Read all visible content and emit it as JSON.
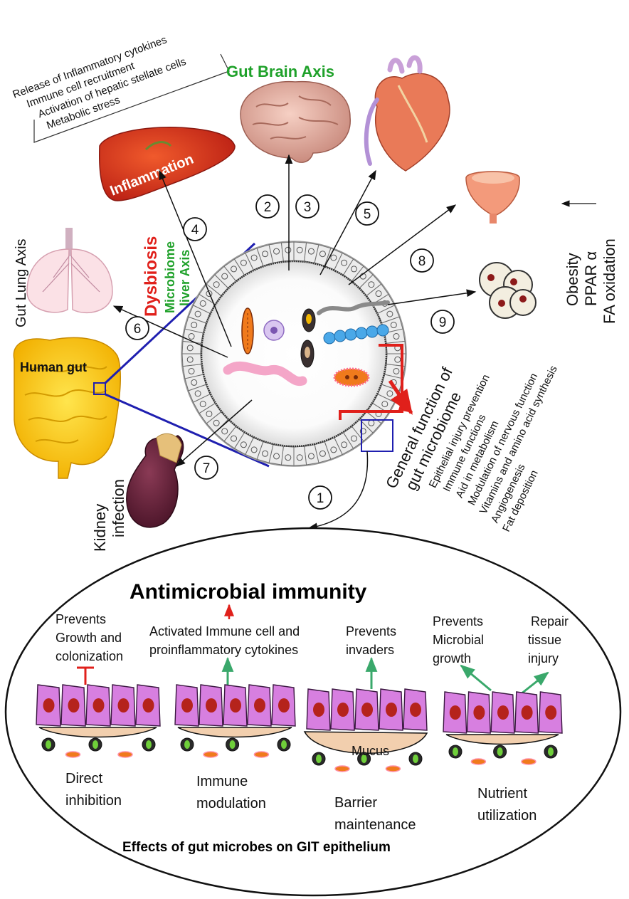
{
  "colors": {
    "dysbiosis": "#e0201b",
    "green_label": "#1fa12a",
    "blue_line": "#1f1fb0",
    "arrow_green": "#3aa86b",
    "arrow_red": "#e0201b",
    "cell_fill": "#d77fe0",
    "nucleus": "#b5231c",
    "mucus": "#f2cfae"
  },
  "top": {
    "gut_brain_axis": "Gut Brain Axis",
    "liver_effects": [
      "Release of Inflammatory cytokines",
      "Immune cell recruitment",
      "Activation of hepatic stellate cells",
      "Metabolic stress"
    ],
    "inflammation": "Inflammation",
    "gut_lung_axis": "Gut Lung Axis",
    "dysbiosis": "Dysbiosis",
    "microbiome_liver_axis": [
      "Microbiome",
      "liver Axis"
    ],
    "human_gut": "Human gut",
    "kidney_infection": [
      "Kidney",
      "infection"
    ],
    "obesity_block": [
      "Obesity",
      "PPAR α",
      "FA oxidation"
    ],
    "pathway_numbers": [
      "1",
      "2",
      "3",
      "4",
      "5",
      "6",
      "7",
      "8",
      "9"
    ]
  },
  "general_function": {
    "title_lines": [
      "General function of",
      "gut microbiome"
    ],
    "items": [
      "Epithelial injury prevention",
      "Immune functions",
      "Aid in metabolism",
      "Modulation of nervous function",
      "Vitamins and amino acid synthesis",
      "Angiogenesis",
      "Fat deposition"
    ]
  },
  "bottom": {
    "title": "Antimicrobial immunity",
    "prevents_growth": [
      "Prevents",
      "Growth and",
      "colonization"
    ],
    "activated_immune": [
      "Activated Immune cell  and",
      "proinflammatory cytokines"
    ],
    "prevents_invaders": [
      "Prevents",
      "invaders"
    ],
    "prevents_microbial": [
      "Prevents",
      "Microbial",
      "growth"
    ],
    "repair_tissue": [
      "Repair",
      "tissue",
      "injury"
    ],
    "mucus": "Mucus",
    "panel_captions": [
      [
        "Direct",
        "inhibition"
      ],
      [
        "Immune",
        "modulation"
      ],
      [
        "Barrier",
        "maintenance"
      ],
      [
        "Nutrient",
        "utilization"
      ]
    ],
    "footer": "Effects of  gut microbes on GIT epithelium"
  }
}
